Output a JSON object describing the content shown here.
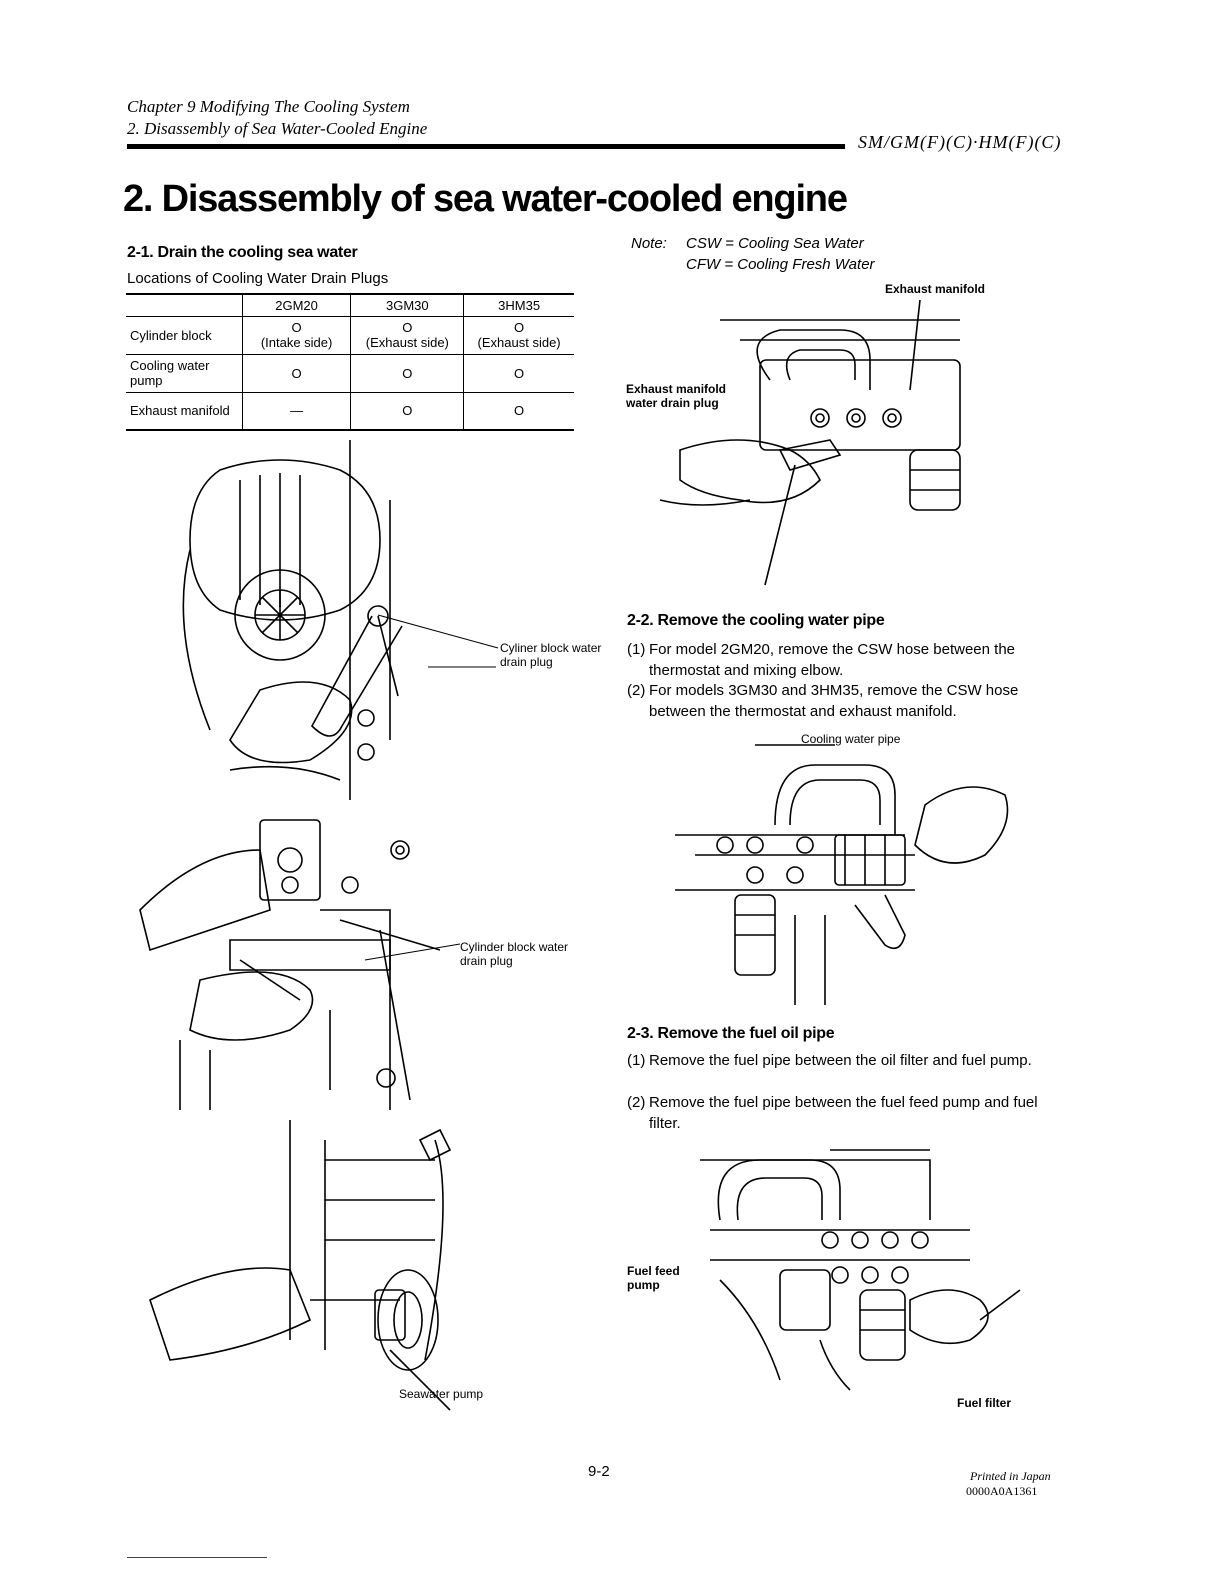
{
  "header": {
    "line1": "Chapter 9 Modifying The Cooling System",
    "line2": "2. Disassembly of Sea Water-Cooled Engine",
    "models": "SM/GM(F)(C)·HM(F)(C)"
  },
  "title": "2. Disassembly of sea water-cooled engine",
  "section1": {
    "heading": "2-1. Drain the cooling sea water",
    "table_caption": "Locations of Cooling Water Drain Plugs",
    "columns": [
      "2GM20",
      "3GM30",
      "3HM35"
    ],
    "rows": [
      {
        "label": "Cylinder block",
        "cells": [
          "O\n(Intake side)",
          "O\n(Exhaust side)",
          "O\n(Exhaust side)"
        ]
      },
      {
        "label": "Cooling water pump",
        "cells": [
          "O",
          "O",
          "O"
        ]
      },
      {
        "label": "Exhaust manifold",
        "cells": [
          "—",
          "O",
          "O"
        ]
      }
    ]
  },
  "note": {
    "label": "Note:",
    "line1": "CSW = Cooling Sea Water",
    "line2": "CFW = Cooling Fresh Water"
  },
  "figures": {
    "fig_exhaust": {
      "callout1": "Exhaust manifold",
      "callout2": "Exhaust manifold water drain plug"
    },
    "fig_cyl1": {
      "callout": "Cyliner block water drain plug"
    },
    "fig_cyl2": {
      "callout": "Cylinder block water drain plug"
    },
    "fig_pump": {
      "callout": "Seawater pump"
    },
    "fig_pipe": {
      "callout": "Cooling water pipe"
    },
    "fig_fuel": {
      "callout1": "Fuel feed pump",
      "callout2": "Fuel filter"
    }
  },
  "section2": {
    "heading": "2-2. Remove the cooling water pipe",
    "items": [
      {
        "num": "(1)",
        "text": "For model 2GM20, remove the CSW hose between the thermostat and mixing elbow."
      },
      {
        "num": "(2)",
        "text": "For models 3GM30 and 3HM35, remove the CSW hose between the thermostat and exhaust manifold."
      }
    ]
  },
  "section3": {
    "heading": "2-3. Remove the fuel oil pipe",
    "items": [
      {
        "num": "(1)",
        "text": "Remove the fuel pipe between the oil filter and fuel pump."
      },
      {
        "num": "(2)",
        "text": "Remove the fuel pipe between the fuel feed pump and fuel filter."
      }
    ]
  },
  "footer": {
    "page": "9-2",
    "printed": "Printed in Japan",
    "code": "0000A0A1361"
  }
}
